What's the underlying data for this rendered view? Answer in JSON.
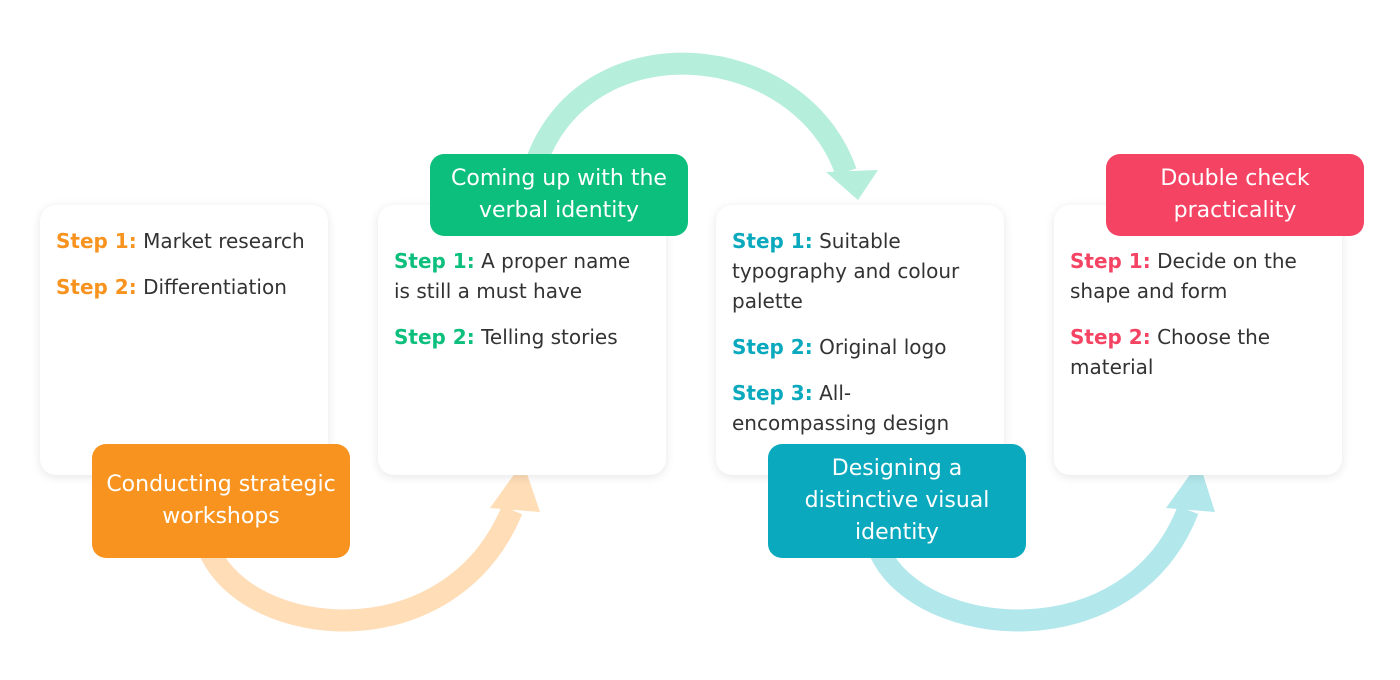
{
  "colors": {
    "orange": "#F7931E",
    "green": "#0DBF7D",
    "teal": "#0AA9BE",
    "red": "#F54463",
    "orange_arrow": "#FEDDB7",
    "green_arrow": "#B5EEDB",
    "teal_arrow": "#B2E7EC"
  },
  "stages": [
    {
      "label": "Conducting strategic workshops",
      "color": "orange",
      "steps": [
        {
          "prefix": "Step 1:",
          "text": "Market research"
        },
        {
          "prefix": "Step 2:",
          "text": "Differentiation"
        }
      ]
    },
    {
      "label": "Coming up with the verbal identity",
      "color": "green",
      "steps": [
        {
          "prefix": "Step 1:",
          "text": "A proper name is still a must have"
        },
        {
          "prefix": "Step 2:",
          "text": "Telling stories"
        }
      ]
    },
    {
      "label": "Designing a distinctive visual identity",
      "color": "teal",
      "steps": [
        {
          "prefix": "Step 1:",
          "text": " Suitable typography and colour palette"
        },
        {
          "prefix": "Step 2:",
          "text": "Original logo"
        },
        {
          "prefix": "Step 3:",
          "text": "All-encompassing design"
        }
      ]
    },
    {
      "label": "Double check practicality",
      "color": "red",
      "steps": [
        {
          "prefix": "Step 1:",
          "text": "Decide on the shape and form"
        },
        {
          "prefix": "Step 2:",
          "text": "Choose the material"
        }
      ]
    }
  ],
  "arrows": [
    {
      "icon": "curved-arrow-icon",
      "color": "orange_arrow"
    },
    {
      "icon": "curved-arrow-icon",
      "color": "green_arrow"
    },
    {
      "icon": "curved-arrow-icon",
      "color": "teal_arrow"
    }
  ]
}
